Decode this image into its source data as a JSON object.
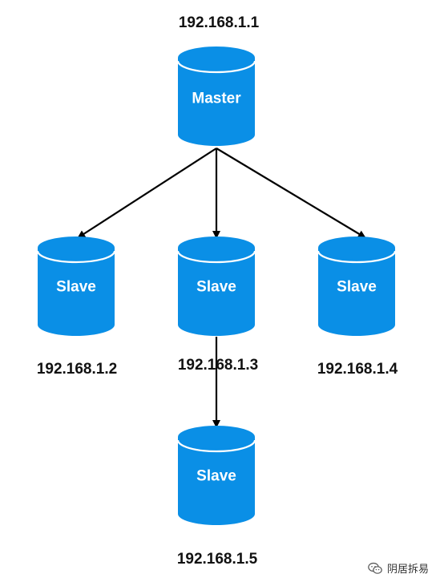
{
  "nodes": [
    {
      "id": "master",
      "label": "Master",
      "ip": "192.168.1.1"
    },
    {
      "id": "slave1",
      "label": "Slave",
      "ip": "192.168.1.2"
    },
    {
      "id": "slave2",
      "label": "Slave",
      "ip": "192.168.1.3"
    },
    {
      "id": "slave3",
      "label": "Slave",
      "ip": "192.168.1.4"
    },
    {
      "id": "slave4",
      "label": "Slave",
      "ip": "192.168.1.5"
    }
  ],
  "edges": [
    {
      "from": "master",
      "to": "slave1"
    },
    {
      "from": "master",
      "to": "slave2"
    },
    {
      "from": "master",
      "to": "slave3"
    },
    {
      "from": "slave2",
      "to": "slave4"
    }
  ],
  "colors": {
    "cylinder_fill": "#0A8FE6",
    "cylinder_rim": "#ffffff",
    "arrow": "#000000",
    "text": "#111111"
  },
  "watermark": {
    "text": "阴居拆易",
    "icon": "wechat-icon"
  }
}
